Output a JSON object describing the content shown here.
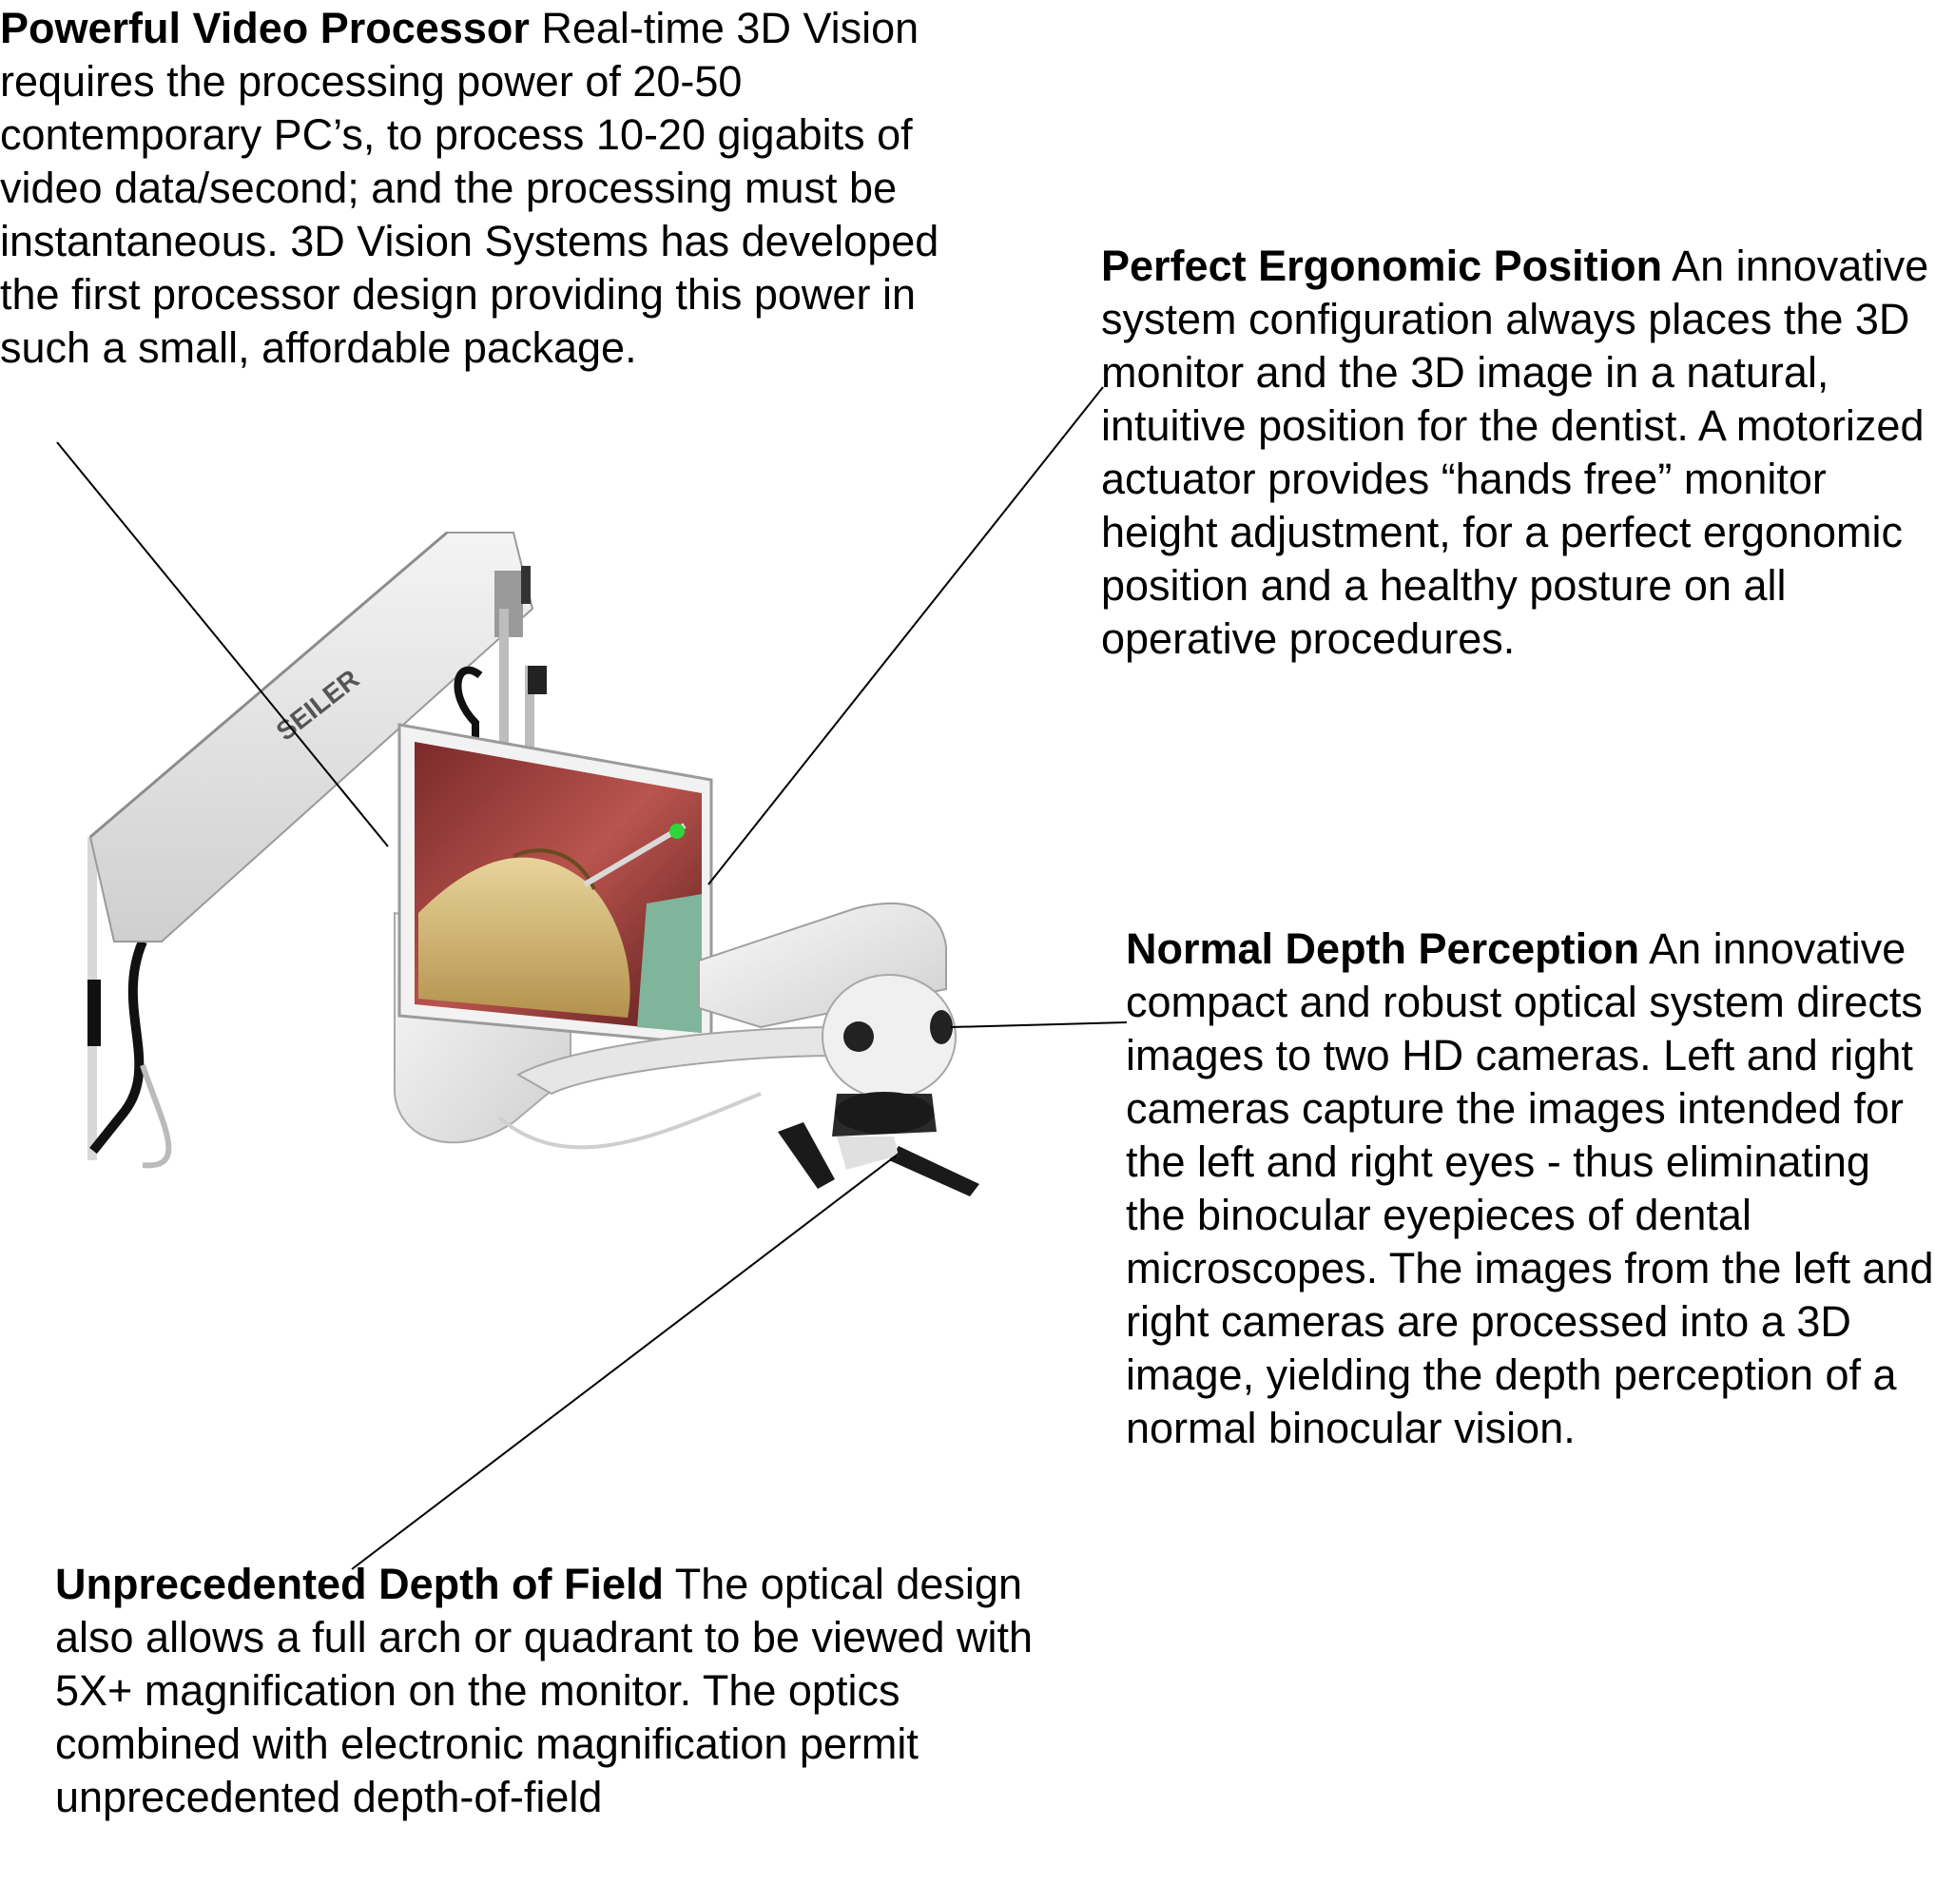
{
  "callouts": [
    {
      "id": "video-processor",
      "heading": "Powerful Video Processor",
      "body": "Real-time 3D Vision requires the processing power of 20-50 contemporary PC’s, to process 10-20 gigabits of video data/second; and the processing must be instantaneous. 3D Vision Systems has developed the first processor design providing this power in such a small, affordable package."
    },
    {
      "id": "ergonomic-position",
      "heading": "Perfect Ergonomic Position",
      "body": "An innovative system configuration always places the 3D monitor and the 3D image in a natural, intuitive position for the dentist. A motorized actuator provides “hands free” monitor height adjustment, for a perfect ergonomic position and a healthy posture on all operative procedures."
    },
    {
      "id": "depth-perception",
      "heading": "Normal Depth Perception",
      "body": "An innovative compact and robust optical system directs images to two HD cameras. Left and right cameras capture the images intended for the left and right eyes - thus eliminating the binocular eyepieces of dental microscopes. The images from the left and right cameras are processed into a 3D image, yielding the depth perception of a normal binocular vision."
    },
    {
      "id": "depth-of-field",
      "heading": "Unprecedented Depth of Field",
      "body": "The optical design also allows a full arch or quadrant to be viewed with 5X+ magnification on the monitor. The optics combined with electronic magnification permit unprecedented depth-of-field"
    }
  ],
  "device": {
    "brand_label": "SEILER"
  }
}
